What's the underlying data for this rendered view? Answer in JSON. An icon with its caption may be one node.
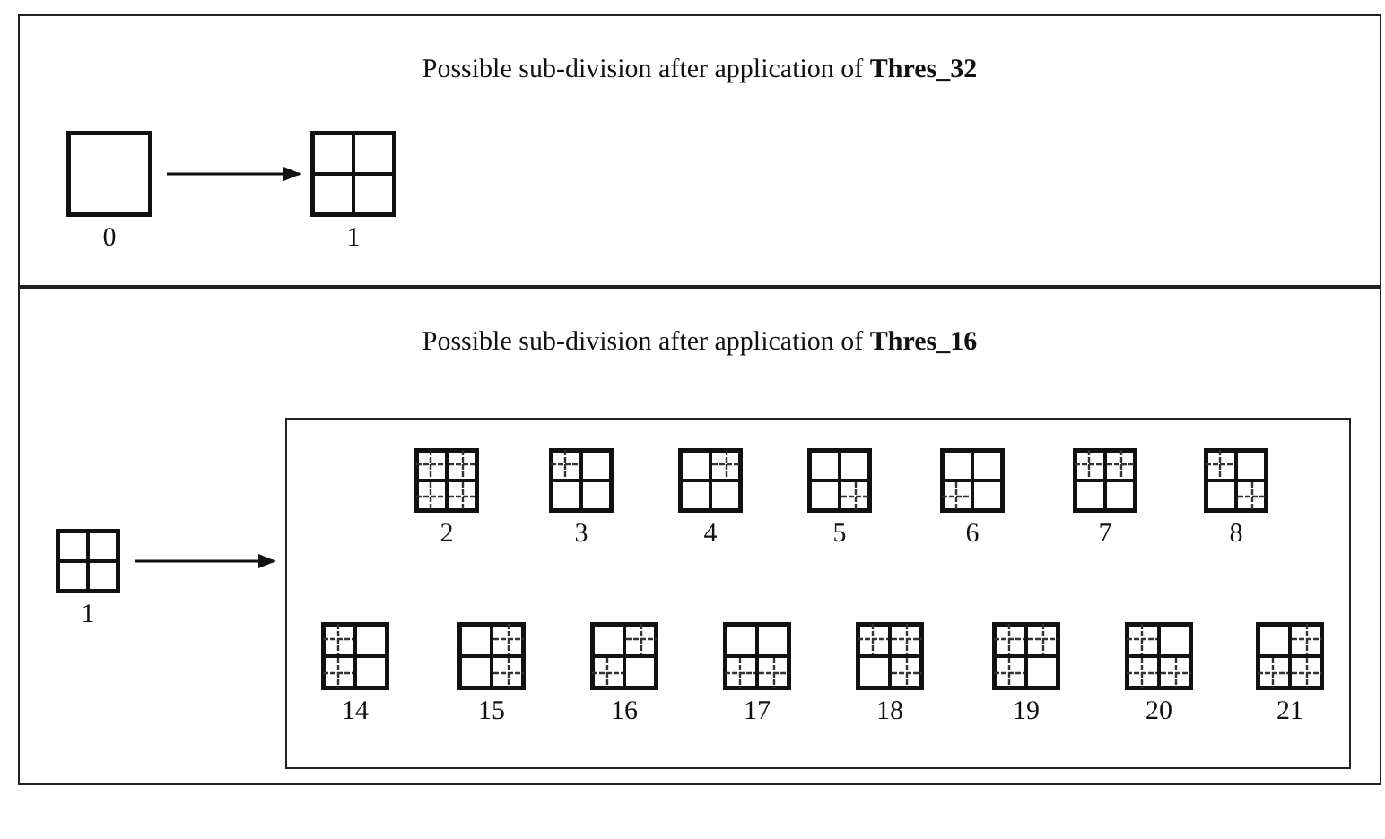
{
  "diagram": {
    "nodes": [
      {
        "text": [
          "Possible sub-division after application of **Thres_32**"
        ]
      },
      {
        "text": [],
        "shape": "box",
        "in": 0,
        "beside": [
          "0"
        ]
      },
      {
        "text": [],
        "shape": "box",
        "in": 0,
        "beside": [
          "1"
        ]
      },
      {
        "text": [
          "Possible sub-division after application of **Thres_16**"
        ]
      },
      {
        "text": [],
        "shape": "box",
        "in": 3,
        "beside": [
          "1"
        ]
      },
      {
        "text": [],
        "shape": "box",
        "in": 3
      },
      {
        "text": [],
        "shape": "box",
        "in": 5,
        "beside": [
          "2"
        ]
      },
      {
        "text": [],
        "shape": "box",
        "in": 5,
        "beside": [
          "3"
        ]
      },
      {
        "text": [],
        "shape": "box",
        "in": 5,
        "beside": [
          "4"
        ]
      },
      {
        "text": [],
        "shape": "box",
        "in": 5,
        "beside": [
          "5"
        ]
      },
      {
        "text": [],
        "shape": "box",
        "in": 5,
        "beside": [
          "6"
        ]
      },
      {
        "text": [],
        "shape": "box",
        "in": 5,
        "beside": [
          "7"
        ]
      },
      {
        "text": [],
        "shape": "box",
        "in": 5,
        "beside": [
          "8"
        ]
      },
      {
        "text": [],
        "shape": "box",
        "in": 5,
        "beside": [
          "14"
        ]
      },
      {
        "text": [],
        "shape": "box",
        "in": 5,
        "beside": [
          "15"
        ]
      },
      {
        "text": [],
        "shape": "box",
        "in": 5,
        "beside": [
          "16"
        ]
      },
      {
        "text": [],
        "shape": "box",
        "in": 5,
        "beside": [
          "17"
        ]
      },
      {
        "text": [],
        "shape": "box",
        "in": 5,
        "beside": [
          "18"
        ]
      },
      {
        "text": [],
        "shape": "box",
        "in": 5,
        "beside": [
          "19"
        ]
      },
      {
        "text": [],
        "shape": "box",
        "in": 5,
        "beside": [
          "20"
        ]
      },
      {
        "text": [],
        "shape": "box",
        "in": 5,
        "beside": [
          "21"
        ]
      }
    ],
    "edges": [
      {
        "from": 1,
        "to": 2,
        "arrow": "to"
      },
      {
        "from": 4,
        "to": 5,
        "arrow": "to"
      }
    ]
  }
}
